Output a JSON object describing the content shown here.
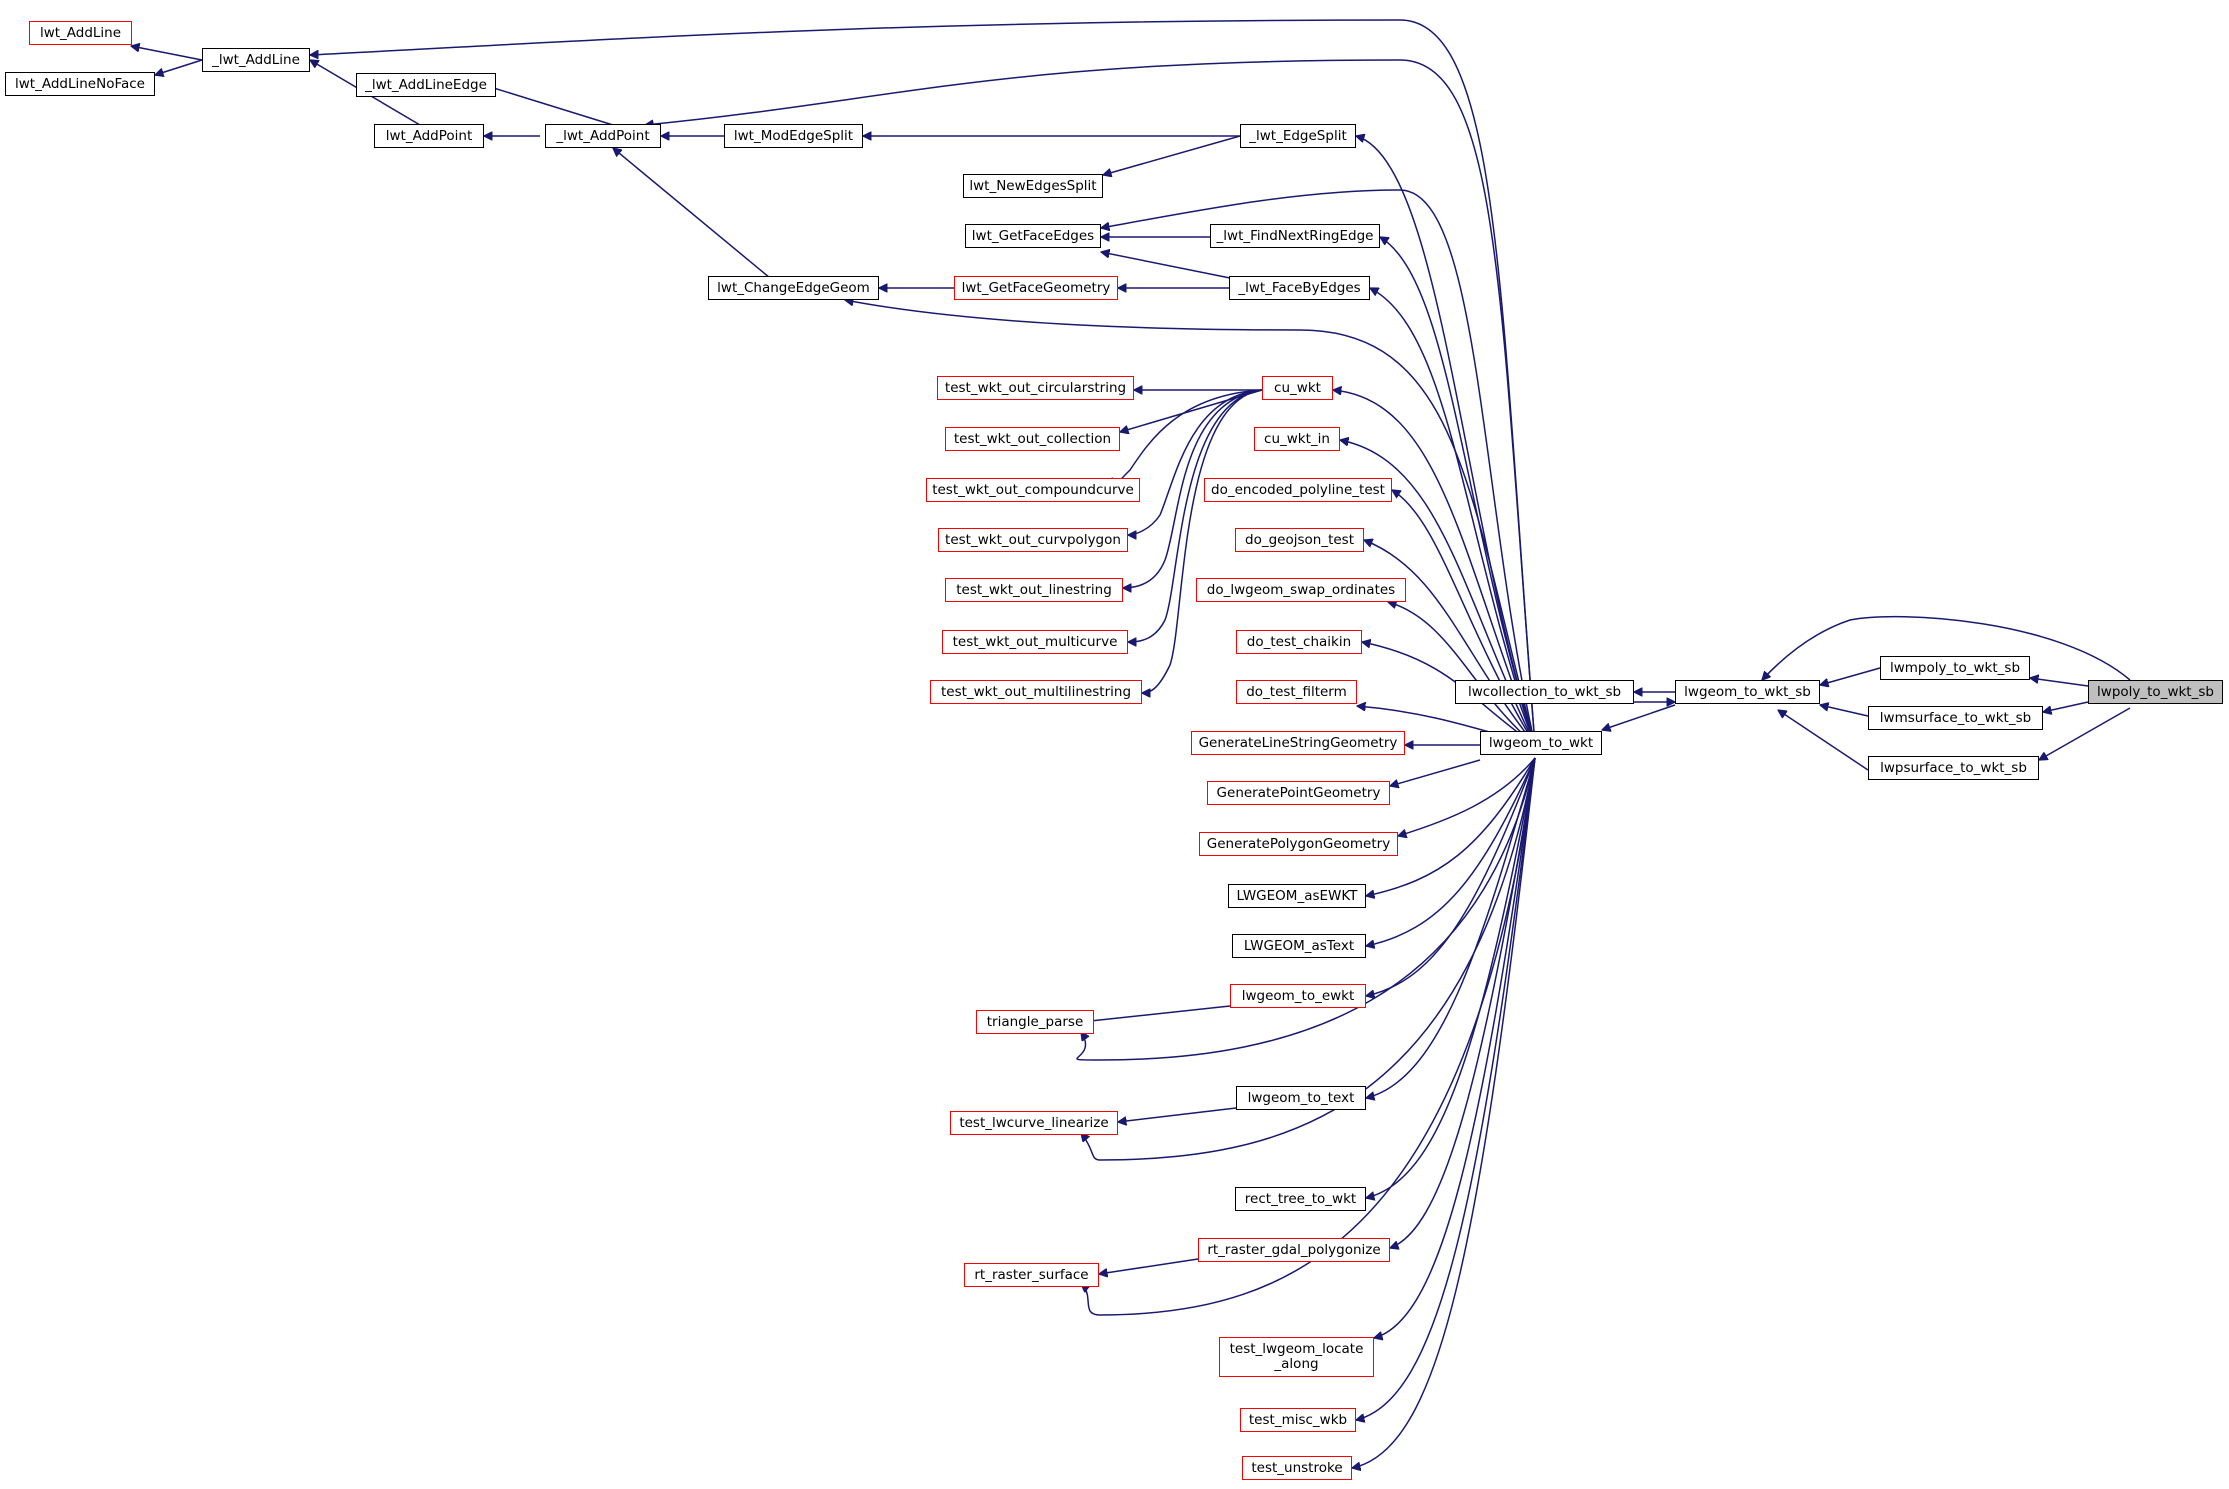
{
  "diagram": {
    "colors": {
      "edge": "#191970",
      "node_border": "#000000",
      "incomplete_border": "#ff0000",
      "current_fill": "#bfbfbf",
      "background": "#ffffff"
    },
    "nodes": {
      "lwt_AddLine_r": "lwt_AddLine",
      "lwt_AddLine": "_lwt_AddLine",
      "lwt_AddLineNoFace": "lwt_AddLineNoFace",
      "lwt_AddLineEdge": "_lwt_AddLineEdge",
      "lwt_AddPoint_pub": "lwt_AddPoint",
      "lwt_AddPoint": "_lwt_AddPoint",
      "lwt_ModEdgeSplit": "lwt_ModEdgeSplit",
      "lwt_EdgeSplit": "_lwt_EdgeSplit",
      "lwt_NewEdgesSplit": "lwt_NewEdgesSplit",
      "lwt_GetFaceEdges": "lwt_GetFaceEdges",
      "lwt_FindNextRingEdge": "_lwt_FindNextRingEdge",
      "lwt_ChangeEdgeGeom": "lwt_ChangeEdgeGeom",
      "lwt_GetFaceGeometry": "lwt_GetFaceGeometry",
      "lwt_FaceByEdges": "_lwt_FaceByEdges",
      "test_wkt_out_circularstring": "test_wkt_out_circularstring",
      "cu_wkt": "cu_wkt",
      "test_wkt_out_collection": "test_wkt_out_collection",
      "cu_wkt_in": "cu_wkt_in",
      "test_wkt_out_compoundcurve": "test_wkt_out_compoundcurve",
      "do_encoded_polyline_test": "do_encoded_polyline_test",
      "test_wkt_out_curvpolygon": "test_wkt_out_curvpolygon",
      "do_geojson_test": "do_geojson_test",
      "test_wkt_out_linestring": "test_wkt_out_linestring",
      "do_lwgeom_swap_ordinates": "do_lwgeom_swap_ordinates",
      "test_wkt_out_multicurve": "test_wkt_out_multicurve",
      "do_test_chaikin": "do_test_chaikin",
      "test_wkt_out_multilinestring": "test_wkt_out_multilinestring",
      "do_test_filterm": "do_test_filterm",
      "GenerateLineStringGeometry": "GenerateLineStringGeometry",
      "GeneratePointGeometry": "GeneratePointGeometry",
      "GeneratePolygonGeometry": "GeneratePolygonGeometry",
      "LWGEOM_asEWKT": "LWGEOM_asEWKT",
      "LWGEOM_asText": "LWGEOM_asText",
      "lwgeom_to_ewkt": "lwgeom_to_ewkt",
      "triangle_parse": "triangle_parse",
      "lwgeom_to_text": "lwgeom_to_text",
      "test_lwcurve_linearize": "test_lwcurve_linearize",
      "rect_tree_to_wkt": "rect_tree_to_wkt",
      "rt_raster_gdal_polygonize": "rt_raster_gdal_polygonize",
      "rt_raster_surface": "rt_raster_surface",
      "test_lwgeom_locate_along": "test_lwgeom_locate\n_along",
      "test_misc_wkb": "test_misc_wkb",
      "test_unstroke": "test_unstroke",
      "lwgeom_to_wkt": "lwgeom_to_wkt",
      "lwcollection_to_wkt_sb": "lwcollection_to_wkt_sb",
      "lwgeom_to_wkt_sb": "lwgeom_to_wkt_sb",
      "lwmpoly_to_wkt_sb": "lwmpoly_to_wkt_sb",
      "lwmsurface_to_wkt_sb": "lwmsurface_to_wkt_sb",
      "lwpsurface_to_wkt_sb": "lwpsurface_to_wkt_sb",
      "lwpoly_to_wkt_sb": "lwpoly_to_wkt_sb"
    }
  }
}
